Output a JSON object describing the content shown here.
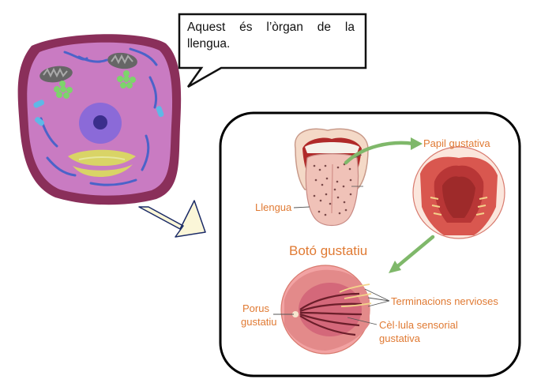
{
  "speech_bubble": {
    "text": "Aquest és l’òrgan de la llengua."
  },
  "diagram": {
    "labels": {
      "papil_gustativa": "Papil gustativa",
      "llengua": "Llengua",
      "boto_gustatiu": "Botó gustatiu",
      "porus_line1": "Porus",
      "porus_line2": "gustatiu",
      "terminacions": "Terminacions nervioses",
      "cellula_line1": "Cèl·lula sensorial",
      "cellula_line2": "gustativa"
    }
  },
  "colors": {
    "cell_membrane": "#8a2f5a",
    "cell_cytoplasm": "#c97bc2",
    "nucleus": "#8b6ad8",
    "golgi": "#d9d466",
    "mitochondria": "#6b7fd6",
    "label_orange": "#e07a33",
    "arrow_green": "#7fb86a",
    "arrow_yellow_fill": "#fbf6d8"
  }
}
